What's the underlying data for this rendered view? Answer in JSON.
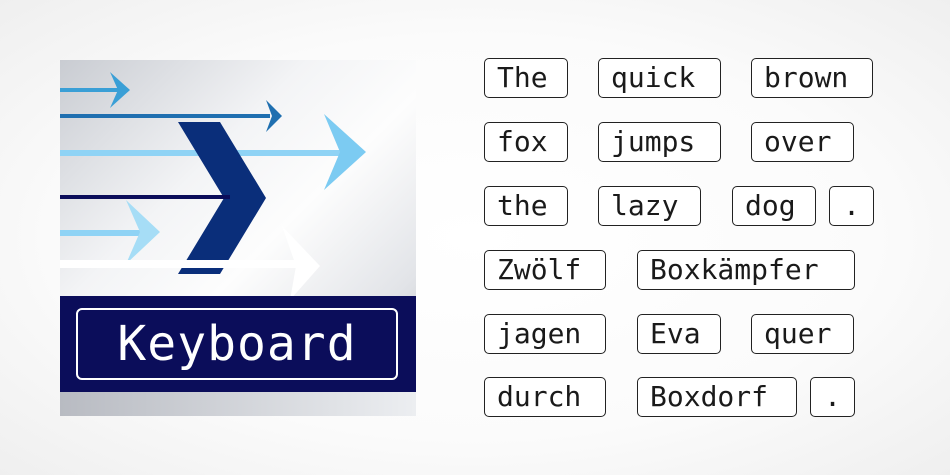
{
  "cover": {
    "title": "Keyboard"
  },
  "sample_keys": [
    [
      "The",
      "quick",
      "brown"
    ],
    [
      "fox",
      "jumps",
      "over"
    ],
    [
      "the",
      "lazy",
      "dog",
      "."
    ],
    [
      "Zwölf",
      "Boxkämpfer"
    ],
    [
      "jagen",
      "Eva",
      "quer"
    ],
    [
      "durch",
      "Boxdorf",
      "."
    ]
  ],
  "colors": {
    "navy": "#0b0d5a",
    "dark_blue": "#0a2e7a",
    "mid_blue": "#1f6fb0",
    "light_blue": "#8fd3f5",
    "cyan": "#3a9fd6"
  }
}
